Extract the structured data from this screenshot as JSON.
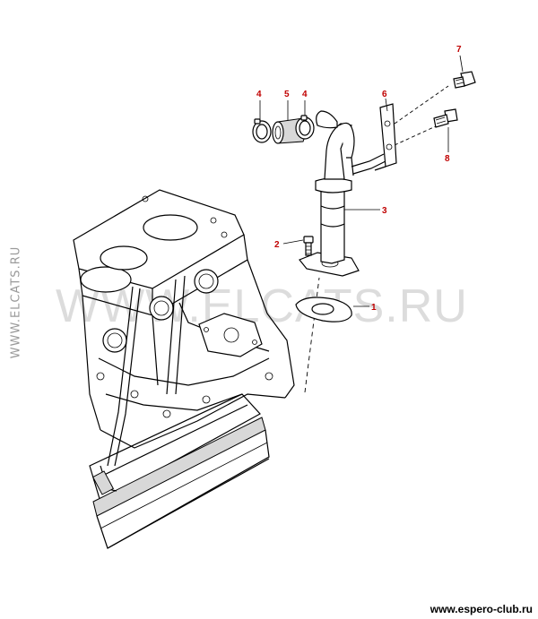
{
  "watermarks": {
    "side": "WWW.ELCATS.RU",
    "center": "WWW.ELCATS.RU",
    "footer": "www.espero-club.ru"
  },
  "callouts": [
    {
      "id": "1",
      "label": "1"
    },
    {
      "id": "2",
      "label": "2"
    },
    {
      "id": "3",
      "label": "3"
    },
    {
      "id": "4a",
      "label": "4"
    },
    {
      "id": "5",
      "label": "5"
    },
    {
      "id": "4b",
      "label": "4"
    },
    {
      "id": "6",
      "label": "6"
    },
    {
      "id": "7",
      "label": "7"
    },
    {
      "id": "8",
      "label": "8"
    }
  ],
  "colors": {
    "callout": "#c00000",
    "line": "#000000",
    "watermark": "#dcdcdc"
  }
}
